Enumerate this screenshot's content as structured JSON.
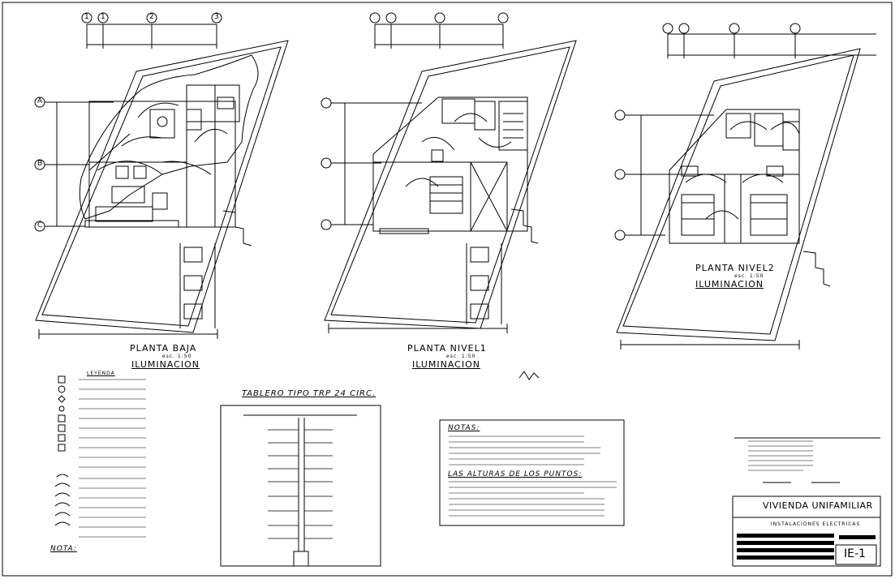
{
  "sheet": {
    "project": "VIVIENDA UNIFAMILIAR",
    "subproject": "INSTALACIONES ELECTRICAS",
    "sheet_code": "IE-1"
  },
  "plans": [
    {
      "title": "PLANTA BAJA",
      "scale": "esc. 1:50",
      "subtitle": "ILUMINACION"
    },
    {
      "title": "PLANTA NIVEL1",
      "scale": "esc. 1:50",
      "subtitle": "ILUMINACION"
    },
    {
      "title": "PLANTA NIVEL2",
      "scale": "esc. 1:50",
      "subtitle": "ILUMINACION"
    }
  ],
  "axes": {
    "numbers": [
      "1",
      "1",
      "2",
      "3"
    ],
    "letters": [
      "A",
      "B",
      "C"
    ]
  },
  "panel": {
    "title": "TABLERO TIPO TRP 24 CIRC."
  },
  "notes": {
    "title": "NOTAS:",
    "heights_title": "LAS ALTURAS DE LOS PUNTOS:"
  },
  "legend": {
    "title": "LEYENDA",
    "note": "NOTA:"
  },
  "colors": {
    "ink": "#000000",
    "paper": "#ffffff"
  }
}
